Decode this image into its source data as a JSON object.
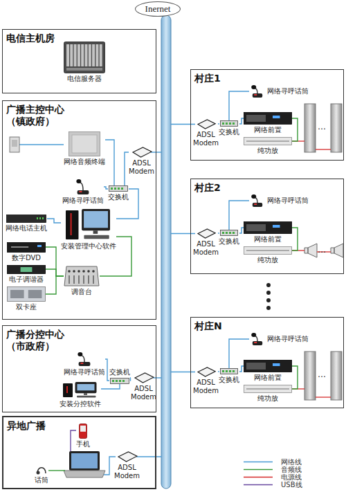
{
  "diagram": {
    "nodes": [
      {
        "text": [
          "Inernet"
        ]
      },
      {
        "text": [
          "电信主机房"
        ]
      },
      {
        "text": [
          "电信服务器"
        ],
        "in": 1
      },
      {
        "text": [
          "广播主控中心 （镇政府）"
        ]
      },
      {
        "text": [
          "网络音频终端"
        ],
        "in": 3
      },
      {
        "text": [
          "网络寻呼话筒"
        ],
        "in": 3
      },
      {
        "text": [
          "ADSL Modem"
        ],
        "in": 3
      },
      {
        "text": [
          "交换机"
        ],
        "in": 3
      },
      {
        "text": [
          "网络电话主机"
        ],
        "in": 3
      },
      {
        "text": [
          "安装管理中心软件"
        ],
        "in": 3
      },
      {
        "text": [
          "数字DVD"
        ],
        "in": 3
      },
      {
        "text": [
          "电子调谐器"
        ],
        "in": 3
      },
      {
        "text": [
          "双卡座"
        ],
        "in": 3
      },
      {
        "text": [
          "调音台"
        ],
        "in": 3
      },
      {
        "text": [
          "广播分控中心 （市政府）"
        ]
      },
      {
        "text": [
          "网络寻呼话筒"
        ],
        "in": 14
      },
      {
        "text": [
          "交换机"
        ],
        "in": 14
      },
      {
        "text": [
          "ADSL Modem"
        ],
        "in": 14
      },
      {
        "text": [
          "安装分控软件"
        ],
        "in": 14
      },
      {
        "text": [
          "异地广播"
        ]
      },
      {
        "text": [
          "手机"
        ],
        "in": 19
      },
      {
        "text": [
          "话筒"
        ],
        "in": 19
      },
      {
        "text": [
          "ADSL Modem"
        ],
        "in": 19
      },
      {
        "text": [
          "村庄1"
        ]
      },
      {
        "text": [
          "网络寻呼话筒"
        ],
        "in": 23
      },
      {
        "text": [
          "ADSL Modem"
        ],
        "in": 23
      },
      {
        "text": [
          "交换机"
        ],
        "in": 23
      },
      {
        "text": [
          "网络前置"
        ],
        "in": 23
      },
      {
        "text": [
          "纯功放"
        ],
        "in": 23
      },
      {
        "text": [
          "村庄2"
        ]
      },
      {
        "text": [
          "网络寻呼话筒"
        ],
        "in": 29
      },
      {
        "text": [
          "ADSL Modem"
        ],
        "in": 29
      },
      {
        "text": [
          "交换机"
        ],
        "in": 29
      },
      {
        "text": [
          "网络前置"
        ],
        "in": 29
      },
      {
        "text": [
          "纯功放"
        ],
        "in": 29
      },
      {
        "text": [
          "村庄N"
        ]
      },
      {
        "text": [
          "网络寻呼话筒"
        ],
        "in": 35
      },
      {
        "text": [
          "ADSL Modem"
        ],
        "in": 35
      },
      {
        "text": [
          "交换机"
        ],
        "in": 35
      },
      {
        "text": [
          "网络前置"
        ],
        "in": 35
      },
      {
        "text": [
          "纯功放"
        ],
        "in": 35
      }
    ],
    "edges": [
      {
        "from": 4,
        "to": 7,
        "arrow": "none"
      },
      {
        "from": 5,
        "to": 7,
        "arrow": "none"
      },
      {
        "from": 7,
        "to": 6,
        "arrow": "none"
      },
      {
        "from": 9,
        "to": 7,
        "arrow": "none"
      },
      {
        "from": 8,
        "to": 9,
        "arrow": "none"
      },
      {
        "from": 10,
        "to": 13,
        "arrow": "none"
      },
      {
        "from": 11,
        "to": 13,
        "arrow": "none"
      },
      {
        "from": 12,
        "to": 13,
        "arrow": "none"
      },
      {
        "from": 13,
        "to": 9,
        "arrow": "none"
      },
      {
        "from": 15,
        "to": 16,
        "arrow": "none"
      },
      {
        "from": 16,
        "to": 17,
        "arrow": "none"
      },
      {
        "from": 18,
        "to": 16,
        "arrow": "none"
      },
      {
        "from": 25,
        "to": 26,
        "arrow": "none"
      },
      {
        "from": 26,
        "to": 24,
        "arrow": "none"
      },
      {
        "from": 26,
        "to": 27,
        "arrow": "none"
      },
      {
        "from": 27,
        "to": 28,
        "arrow": "none"
      },
      {
        "from": 31,
        "to": 32,
        "arrow": "none"
      },
      {
        "from": 32,
        "to": 30,
        "arrow": "none"
      },
      {
        "from": 32,
        "to": 33,
        "arrow": "none"
      },
      {
        "from": 33,
        "to": 34,
        "arrow": "none"
      },
      {
        "from": 37,
        "to": 38,
        "arrow": "none"
      },
      {
        "from": 38,
        "to": 36,
        "arrow": "none"
      },
      {
        "from": 38,
        "to": 39,
        "arrow": "none"
      },
      {
        "from": 39,
        "to": 40,
        "arrow": "none"
      }
    ],
    "labels": [
      "…",
      "…",
      "…"
    ],
    "legend": [
      {
        "text": "网络线",
        "color": "#4a9bd4"
      },
      {
        "text": "音频线",
        "color": "#3a9a3a"
      },
      {
        "text": "电源线",
        "color": "#d62d2d"
      },
      {
        "text": "USB线",
        "color": "#6a4aa0"
      }
    ]
  }
}
